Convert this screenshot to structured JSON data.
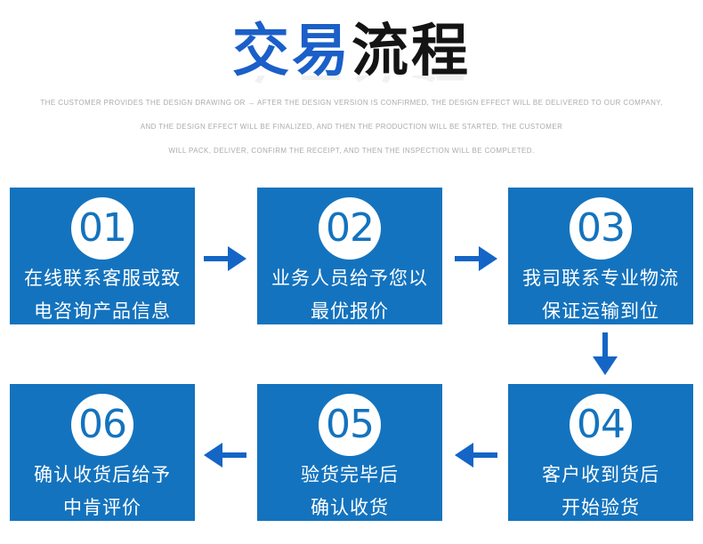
{
  "title": {
    "blue": "交易",
    "dark": "流程",
    "full": "交易流程"
  },
  "subtitle_lines": [
    "THE CUSTOMER PROVIDES THE DESIGN DRAWING OR → AFTER THE DESIGN VERSION IS CONFIRMED, THE DESIGN EFFECT WILL BE DELIVERED TO OUR COMPANY,",
    "AND THE DESIGN EFFECT WILL BE FINALIZED, AND THEN THE PRODUCTION WILL BE STARTED. THE CUSTOMER",
    "WILL PACK, DELIVER, CONFIRM THE RECEIPT, AND THEN THE INSPECTION WILL BE COMPLETED."
  ],
  "steps": [
    {
      "number": "01",
      "lines": [
        "在线联系客服或致",
        "电咨询产品信息"
      ]
    },
    {
      "number": "02",
      "lines": [
        "业务人员给予您以",
        "最优报价"
      ]
    },
    {
      "number": "03",
      "lines": [
        "我司联系专业物流",
        "保证运输到位"
      ]
    },
    {
      "number": "04",
      "lines": [
        "客户收到货后",
        "开始验货"
      ]
    },
    {
      "number": "05",
      "lines": [
        "验货完毕后",
        "确认收货"
      ]
    },
    {
      "number": "06",
      "lines": [
        "确认收货后给予",
        "中肯评价"
      ]
    }
  ],
  "arrows": [
    "right",
    "right",
    "down",
    "left",
    "left"
  ],
  "colors": {
    "card_blue": "#1473be",
    "arrow_blue": "#1465c5",
    "title_blue": "#1b5fc8",
    "title_dark": "#141414",
    "subtitle_gray": "#ababab",
    "card_text": "#ffffff"
  }
}
